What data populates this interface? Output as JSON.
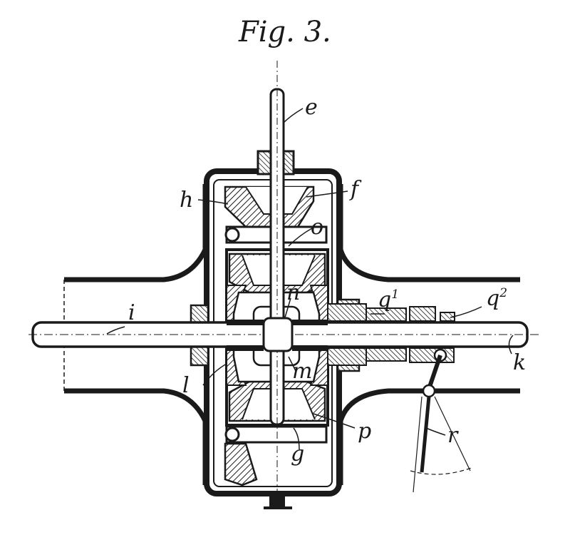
{
  "title": "Fig. 3.",
  "labels": {
    "e": "e",
    "f": "f",
    "h": "h",
    "o": "o",
    "n": "n",
    "i": "i",
    "q1": "q",
    "q1_sup": "1",
    "q2": "q",
    "q2_sup": "2",
    "k": "k",
    "l": "l",
    "m": "m",
    "p": "p",
    "g": "g",
    "r": "r"
  },
  "colors": {
    "ink": "#1a1a1a",
    "paper": "#ffffff"
  }
}
